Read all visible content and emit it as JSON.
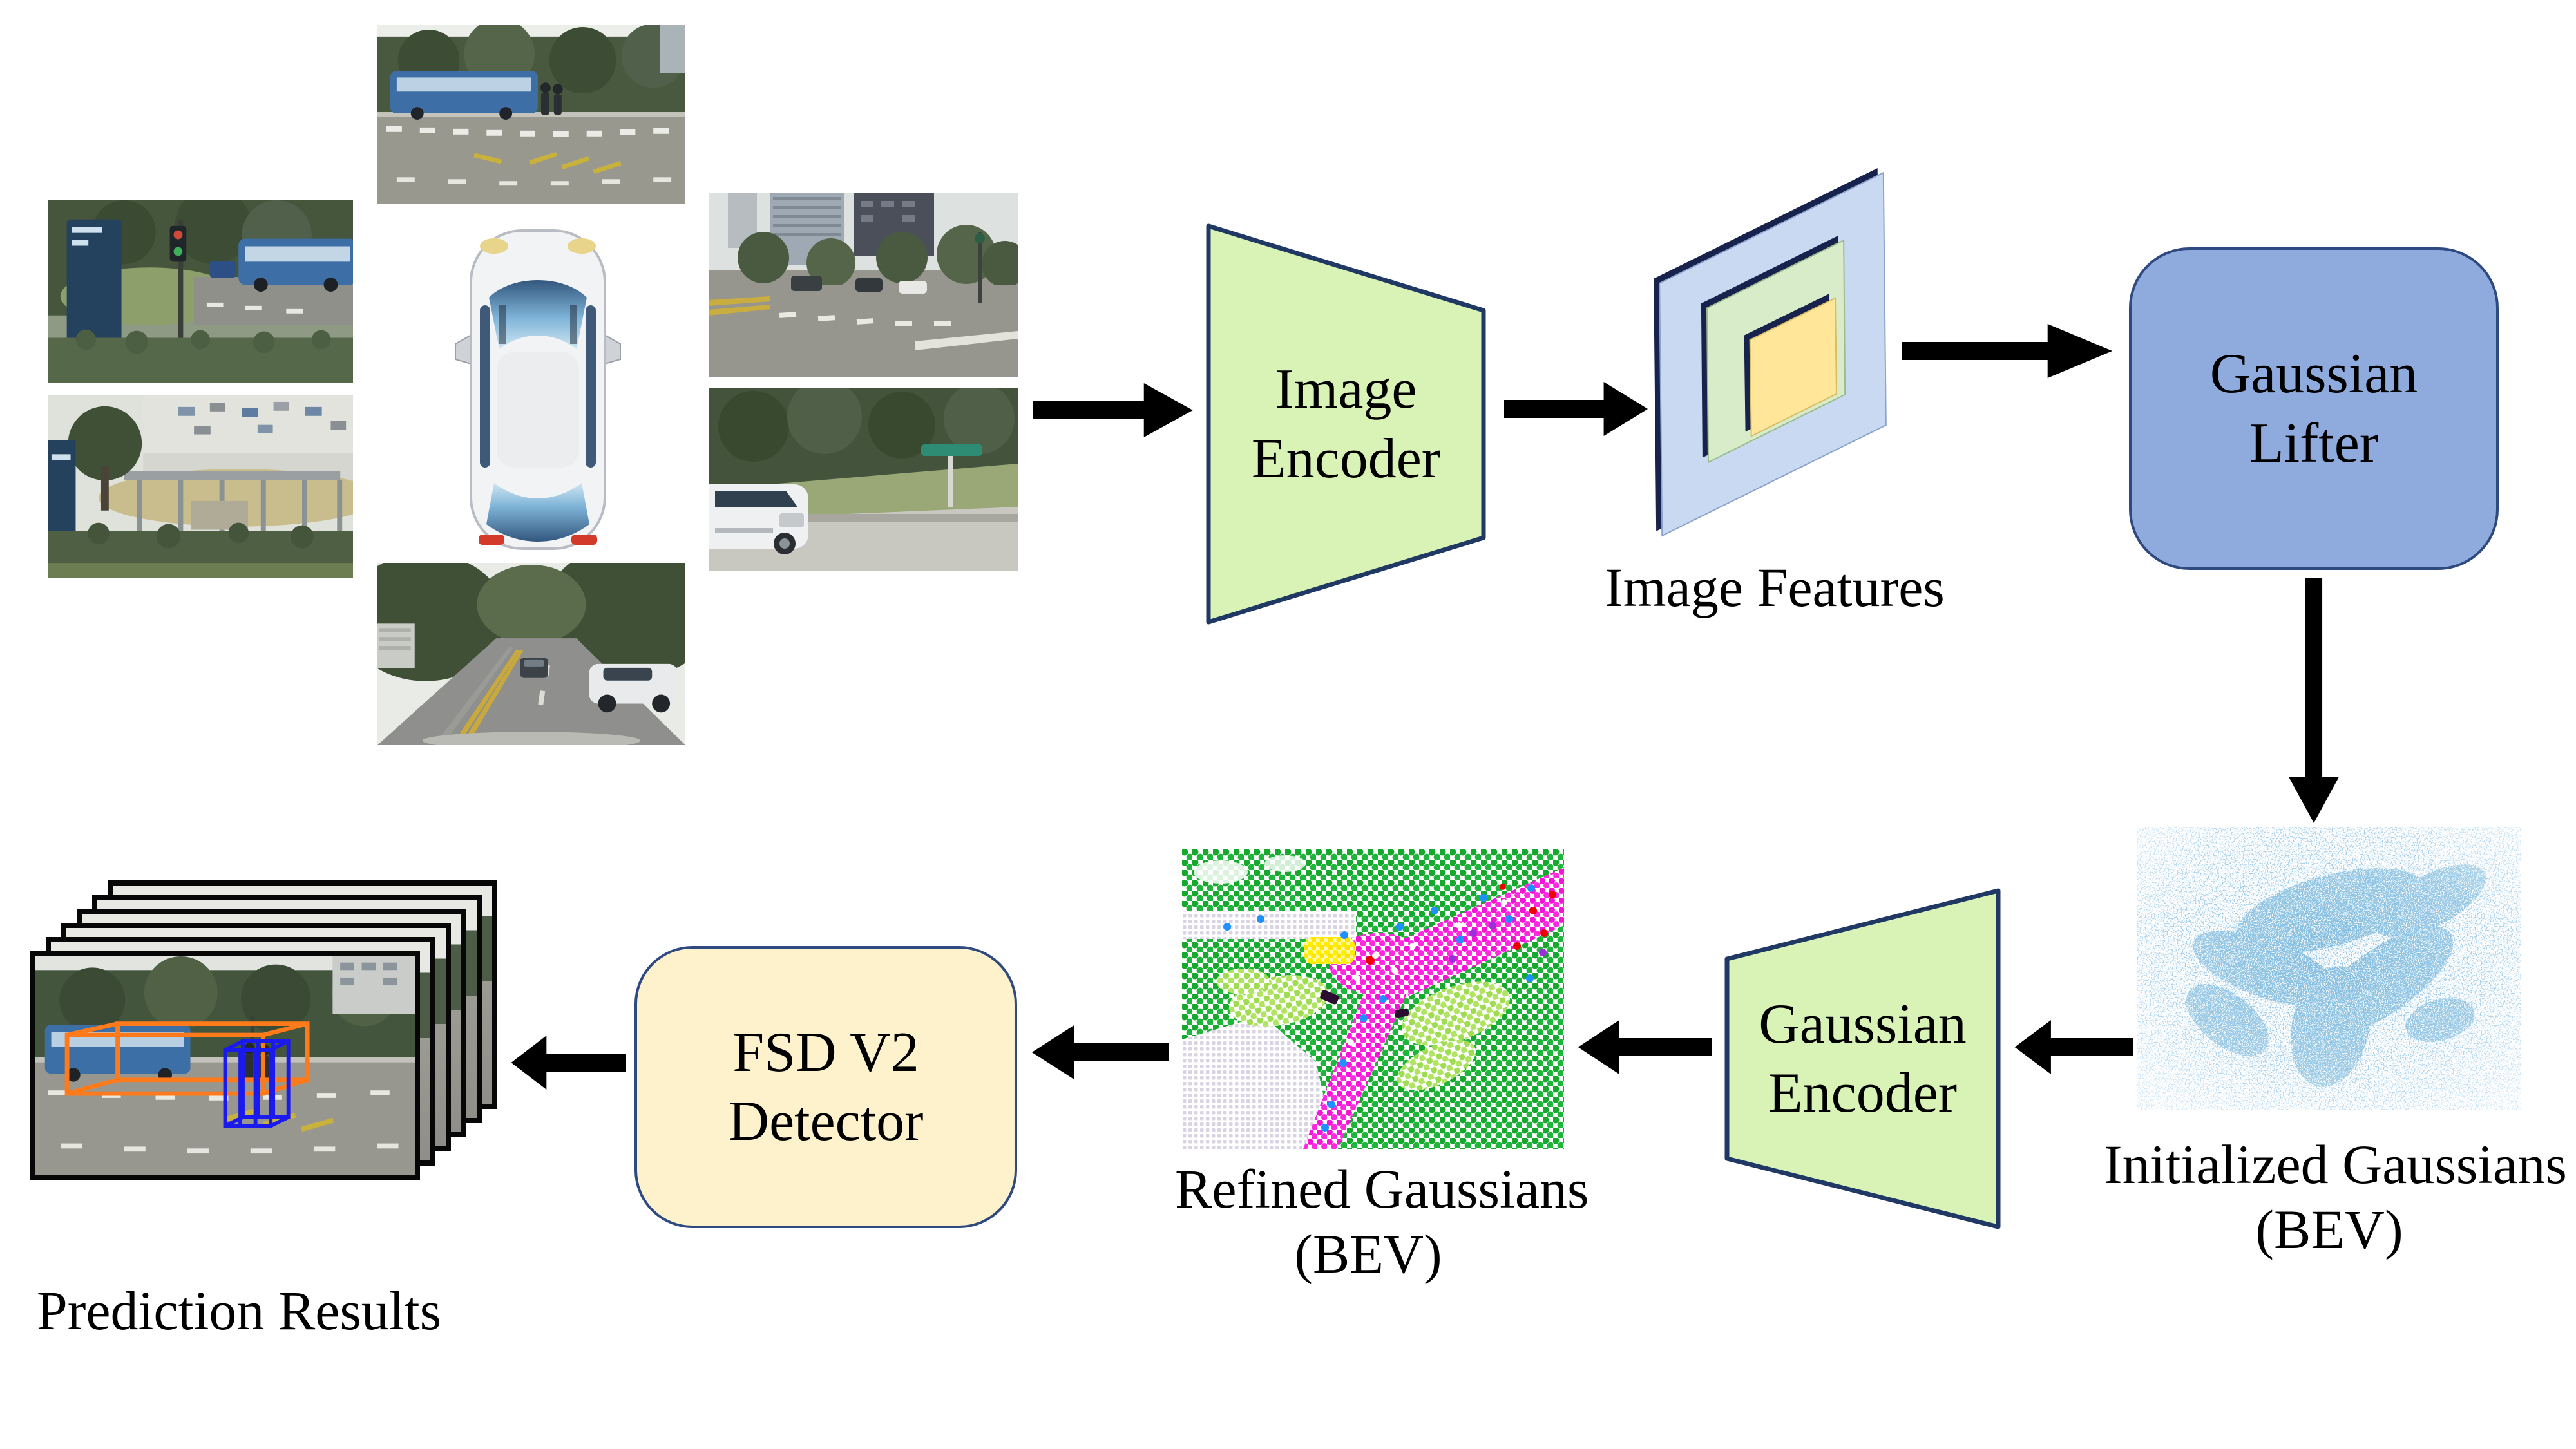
{
  "figure": {
    "type": "pipeline-diagram",
    "background": "#ffffff"
  },
  "nodes": {
    "image_encoder": {
      "line1": "Image",
      "line2": "Encoder"
    },
    "gaussian_lifter": {
      "line1": "Gaussian",
      "line2": "Lifter"
    },
    "gaussian_encoder": {
      "line1": "Gaussian",
      "line2": "Encoder"
    },
    "fsd_detector": {
      "line1": "FSD V2",
      "line2": "Detector"
    }
  },
  "captions": {
    "image_features": "Image Features",
    "initialized_gaussians_line1": "Initialized Gaussians",
    "initialized_gaussians_line2": "(BEV)",
    "refined_gaussians_line1": "Refined Gaussians",
    "refined_gaussians_line2": "(BEV)",
    "prediction_results": "Prediction Results"
  },
  "icons": {
    "camera_views": [
      "front-left-camera-image",
      "back-left-camera-image",
      "front-camera-image",
      "back-camera-image",
      "front-right-camera-image",
      "back-right-camera-image"
    ],
    "ego_vehicle": "car-top-view-icon",
    "image_features": "feature-pyramid-icon",
    "initialized_gaussians": "blue-point-cloud-bev-image",
    "refined_gaussians": "semantic-gaussians-bev-image",
    "prediction_results": "stacked-detection-frames-image"
  },
  "colors": {
    "arrow": "#000000",
    "text": "#000000",
    "encoder_fill": "#d9f2b6",
    "encoder_border": "#1f3864",
    "lifter_fill": "#8faadc",
    "lifter_border": "#2f4a80",
    "detector_fill": "#fdf2cc",
    "detector_border": "#2f4a80",
    "feature_outer": "#c9d9f2",
    "feature_mid": "#d9ecca",
    "feature_inner": "#ffe699",
    "feature_edge": "#17224d",
    "scatter_blue": "#4a90c8",
    "refined_green": "#16a92e",
    "refined_light_green": "#a9dd55",
    "refined_magenta": "#f716d9",
    "refined_lavender": "#d8d2e2",
    "refined_yellow": "#ffee00",
    "pred_box_orange": "#ff7a1a",
    "pred_box_blue": "#1a1aee"
  }
}
